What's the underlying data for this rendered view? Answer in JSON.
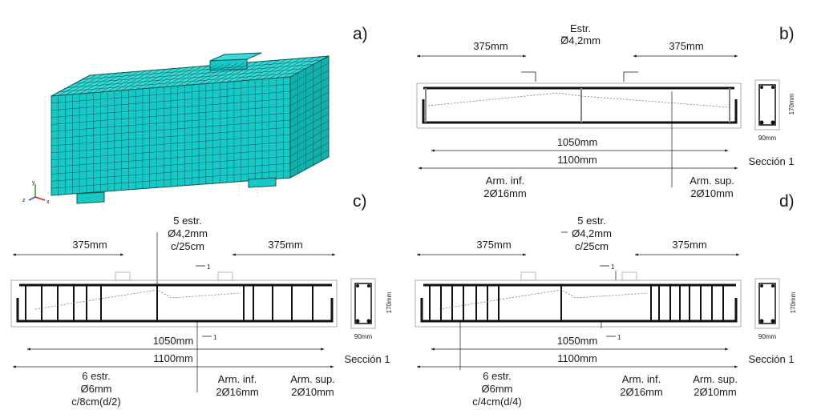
{
  "panels": {
    "a": {
      "letter": "a)",
      "axis": {
        "y": "y",
        "z": "z",
        "x": "x"
      }
    },
    "b": {
      "letter": "b)",
      "stirrups": [
        "Estr.",
        "Ø4,2mm"
      ],
      "left_dim": "375mm",
      "right_dim": "375mm",
      "span": "1050mm",
      "total": "1100mm",
      "bottom_rebar": [
        "Arm. inf.",
        "2Ø16mm"
      ],
      "top_rebar": [
        "Arm. sup.",
        "2Ø10mm"
      ],
      "section_height": "170mm",
      "section_width": "90mm",
      "section_label": "Sección 1"
    },
    "c": {
      "letter": "c)",
      "stirrups_mid": [
        "5 estr.",
        "Ø4,2mm",
        "c/25cm"
      ],
      "stirrups_end": [
        "6 estr.",
        "Ø6mm",
        "c/8cm(d/2)"
      ],
      "left_dim": "375mm",
      "right_dim": "375mm",
      "span": "1050mm",
      "total": "1100mm",
      "section_mark": "1",
      "bottom_rebar": [
        "Arm. inf.",
        "2Ø16mm"
      ],
      "top_rebar": [
        "Arm. sup.",
        "2Ø10mm"
      ],
      "section_height": "170mm",
      "section_width": "90mm",
      "section_label": "Sección 1"
    },
    "d": {
      "letter": "d)",
      "stirrups_mid": [
        "5 estr.",
        "Ø4,2mm",
        "c/25cm"
      ],
      "stirrups_end": [
        "6 estr.",
        "Ø6mm",
        "c/4cm(d/4)"
      ],
      "left_dim": "375mm",
      "right_dim": "375mm",
      "span": "1050mm",
      "total": "1100mm",
      "section_mark": "1",
      "bottom_rebar": [
        "Arm. inf.",
        "2Ø16mm"
      ],
      "top_rebar": [
        "Arm. sup.",
        "2Ø10mm"
      ],
      "section_height": "170mm",
      "section_width": "90mm",
      "section_label": "Sección 1"
    }
  },
  "colors": {
    "mesh_fill": "#16c9c6",
    "mesh_top": "#36dcd8",
    "mesh_side": "#10b0ad",
    "mesh_line": "#0b5553",
    "ink": "#1a1a1a",
    "rebar": "#111111"
  }
}
